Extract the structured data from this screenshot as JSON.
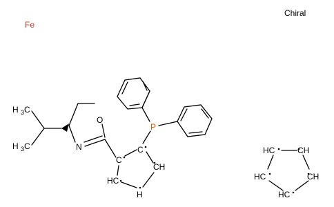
{
  "labels": {
    "fe": "Fe",
    "chiral": "Chiral",
    "oxazoline_o": "O",
    "oxazoline_n": "N",
    "phosphorus": "P",
    "h3c_top": "H3C",
    "h3c_bottom": "H3C",
    "cp1_c_attach": "C",
    "cp1_c_p": "C",
    "cp1_ch_right": "CH",
    "cp1_ch_bottom_left": "HC",
    "cp1_ch_bottom": "H",
    "cp2_hc_top_left": "HC",
    "cp2_ch_top_right": "CH",
    "cp2_hc_left": "HC",
    "cp2_ch_right": "CH",
    "cp2_hc_bottom": "HC"
  },
  "colors": {
    "fe": "#c0392b",
    "phosphorus": "#d35400",
    "bond": "#000000"
  }
}
